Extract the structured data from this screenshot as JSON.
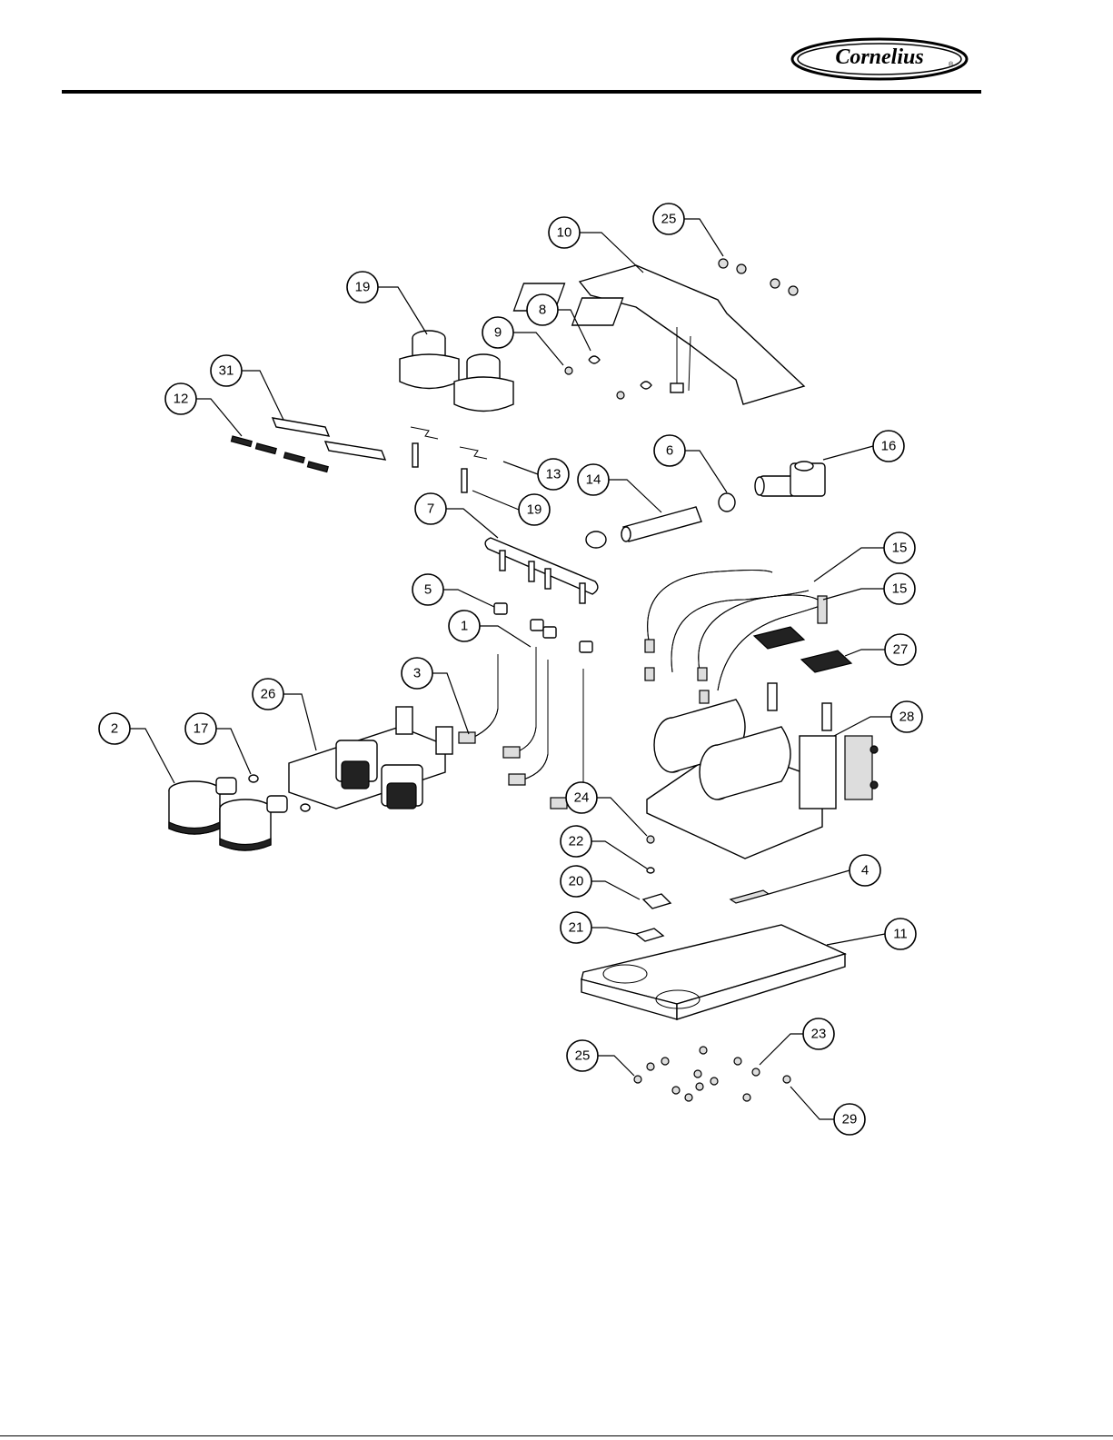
{
  "header": {
    "brand_text": "Cornelius",
    "brand_registered_mark": "®"
  },
  "diagram": {
    "callouts": [
      "1",
      "2",
      "3",
      "4",
      "5",
      "6",
      "7",
      "8",
      "9",
      "10",
      "11",
      "12",
      "13",
      "14",
      "15",
      "15",
      "16",
      "17",
      "19",
      "19",
      "20",
      "21",
      "22",
      "23",
      "24",
      "25",
      "25",
      "26",
      "27",
      "28",
      "29",
      "31"
    ]
  }
}
